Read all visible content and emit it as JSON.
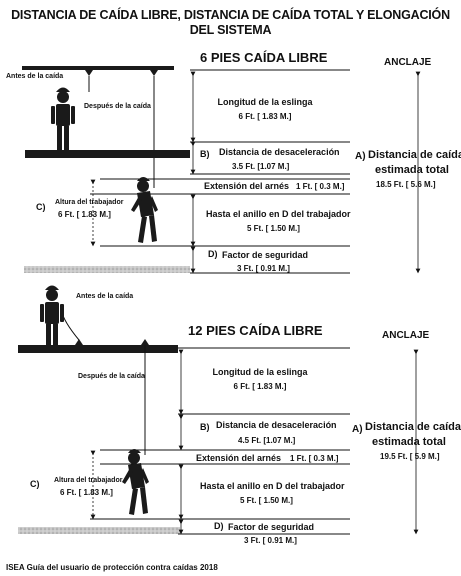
{
  "title": {
    "line1": "DISTANCIA DE CAÍDA LIBRE, DISTANCIA DE CAÍDA TOTAL Y ELONGACIÓN",
    "line2": "DEL SISTEMA"
  },
  "panels": [
    {
      "heading": "6 PIES CAÍDA LIBRE",
      "anchor": "ANCLAJE",
      "before": "Antes de la caída",
      "after": "Después de la caída",
      "lanyard_label": "Longitud de la eslinga",
      "lanyard_value": "6 Ft. [ 1.83 M.]",
      "decel_letter": "B)",
      "decel_label": "Distancia de desaceleración",
      "decel_value": "3.5 Ft. [1.07 M.]",
      "harness": "Extensión del arnés",
      "harness_value": "1 Ft. [ 0.3 M.]",
      "dring_label": "Hasta el anillo en D del trabajador",
      "dring_value": "5 Ft. [ 1.50 M.]",
      "safety_letter": "D)",
      "safety_label": "Factor de seguridad",
      "safety_value": "3 Ft. [ 0.91 M.]",
      "height_letter": "C)",
      "height_label": "Altura del trabajador",
      "height_value": "6 Ft. [ 1.83 M.]",
      "total_letter": "A)",
      "total_label_1": "Distancia de caída",
      "total_label_2": "estimada total",
      "total_value": "18.5 Ft. [ 5.6 M.]"
    },
    {
      "heading": "12 PIES CAÍDA LIBRE",
      "anchor": "ANCLAJE",
      "before": "Antes de la caída",
      "after": "Después de la caída",
      "lanyard_label": "Longitud de la eslinga",
      "lanyard_value": "6 Ft. [ 1.83 M.]",
      "decel_letter": "B)",
      "decel_label": "Distancia de desaceleración",
      "decel_value": "4.5 Ft. [1.07 M.]",
      "harness": "Extensión del arnés",
      "harness_value": "1 Ft. [ 0.3 M.]",
      "dring_label": "Hasta el anillo en D del trabajador",
      "dring_value": "5 Ft. [ 1.50 M.]",
      "safety_letter": "D)",
      "safety_label": "Factor de seguridad",
      "safety_value": "3 Ft. [ 0.91 M.]",
      "height_letter": "C)",
      "height_label": "Altura del trabajador",
      "height_value": "6 Ft. [ 1.83 M.]",
      "total_letter": "A)",
      "total_label_1": "Distancia de caída",
      "total_label_2": "estimada total",
      "total_value": "19.5 Ft. [ 5.9 M.]"
    }
  ],
  "footer": "ISEA Guía del usuario de protección contra caídas 2018",
  "colors": {
    "beam": "#1a1a1a",
    "ink": "#111111",
    "ground": "#bdbdbd"
  }
}
